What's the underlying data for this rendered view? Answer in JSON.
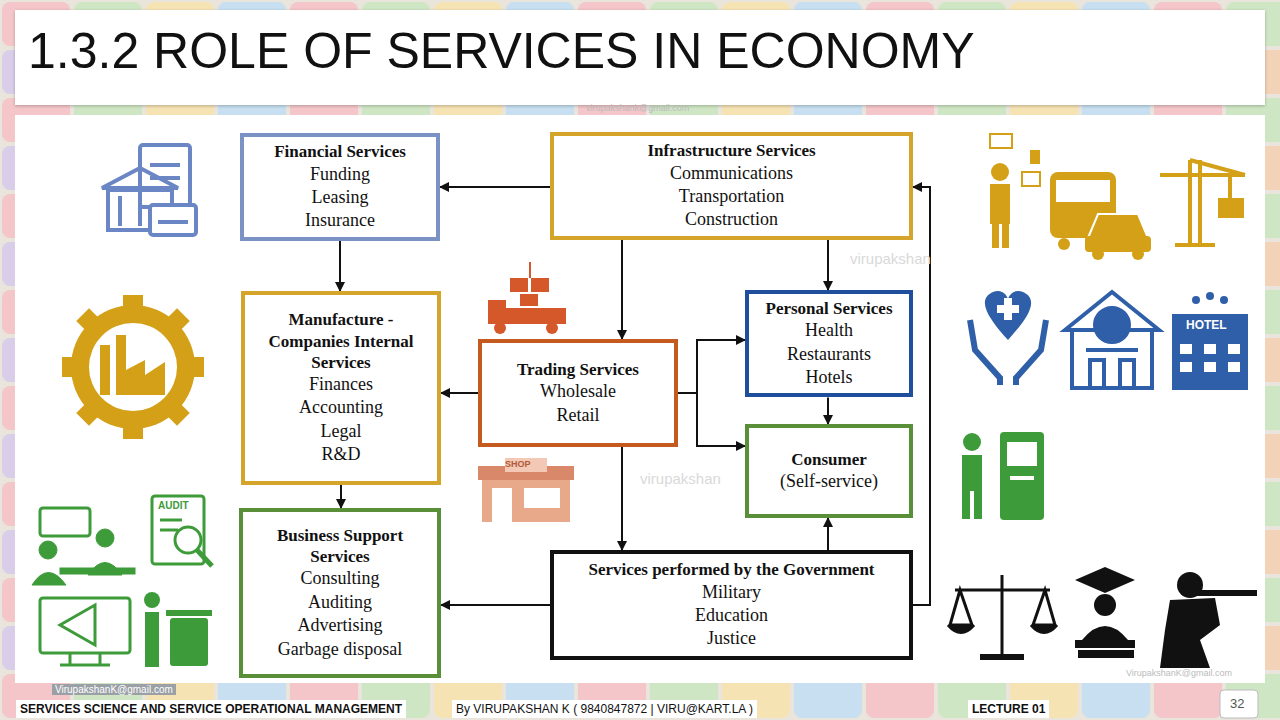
{
  "diagram": {
    "title": "1.3.2 ROLE OF SERVICES IN ECONOMY",
    "nodes": [
      {
        "text": [
          "Financial Services",
          "Funding",
          "Leasing",
          "Insurance"
        ]
      },
      {
        "text": [
          "Infrastructure Services",
          "Communications",
          "Transportation",
          "Construction"
        ]
      },
      {
        "text": [
          "Manufacture - Companies Internal Services",
          "Finances",
          "Accounting",
          "Legal",
          "R&D"
        ]
      },
      {
        "text": [
          "Trading Services",
          "Wholesale",
          "Retail"
        ]
      },
      {
        "text": [
          "Personal Services",
          "Health",
          "Restaurants",
          "Hotels"
        ]
      },
      {
        "text": [
          "Consumer",
          "(Self-service)"
        ]
      },
      {
        "text": [
          "Business Support Services",
          "Consulting",
          "Auditing",
          "Advertising",
          "Garbage disposal"
        ]
      },
      {
        "text": [
          "Services performed by the Government",
          "Military",
          "Education",
          "Justice"
        ]
      }
    ],
    "edges": [
      {
        "from": 1,
        "to": 0,
        "arrow": "to"
      },
      {
        "from": 0,
        "to": 2,
        "arrow": "to"
      },
      {
        "from": 1,
        "to": 3,
        "arrow": "to"
      },
      {
        "from": 1,
        "to": 4,
        "arrow": "to"
      },
      {
        "from": 3,
        "to": 2,
        "arrow": "to"
      },
      {
        "from": 3,
        "to": 4,
        "arrow": "to"
      },
      {
        "from": 3,
        "to": 5,
        "arrow": "to"
      },
      {
        "from": 3,
        "to": 7,
        "arrow": "to"
      },
      {
        "from": 2,
        "to": 6,
        "arrow": "to"
      },
      {
        "from": 4,
        "to": 5,
        "arrow": "to"
      },
      {
        "from": 7,
        "to": 5,
        "arrow": "to"
      },
      {
        "from": 7,
        "to": 6,
        "arrow": "to"
      },
      {
        "from": 7,
        "to": 1,
        "arrow": "to"
      }
    ],
    "labels": [
      "virupakshan",
      "virupakshan",
      "virupakshank@gmail.com",
      "SHOP",
      "AUDIT",
      "HOTEL",
      "VirupakshanK@gmail.com",
      "VirupakshanK@gmail.com",
      "SERVICES SCIENCE AND SERVICE OPERATIONAL MANAGEMENT",
      "By VIRUPAKSHAN K ( 9840847872 | VIRU@KART.LA )",
      "LECTURE 01",
      "32"
    ]
  }
}
